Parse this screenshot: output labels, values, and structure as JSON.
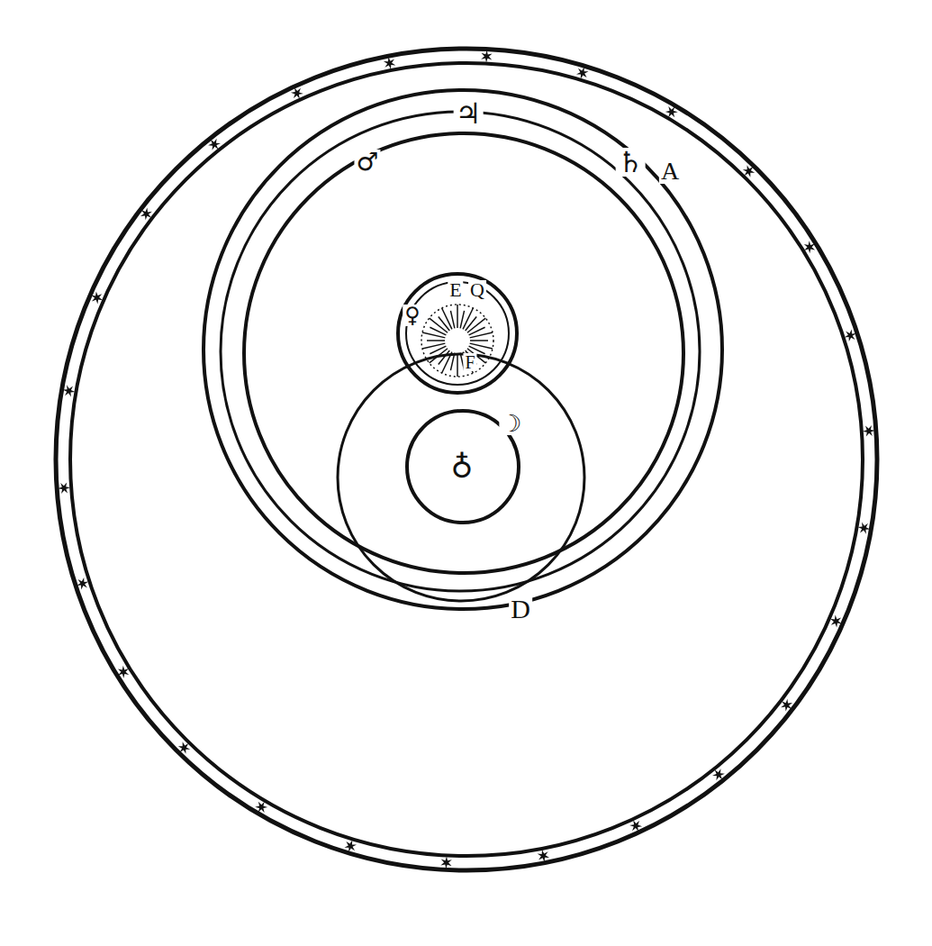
{
  "diagram": {
    "labels": [
      "♃",
      "♄",
      "A",
      "♂",
      "E",
      "Q",
      "♀",
      "F",
      "☽",
      "♁",
      "D"
    ]
  }
}
